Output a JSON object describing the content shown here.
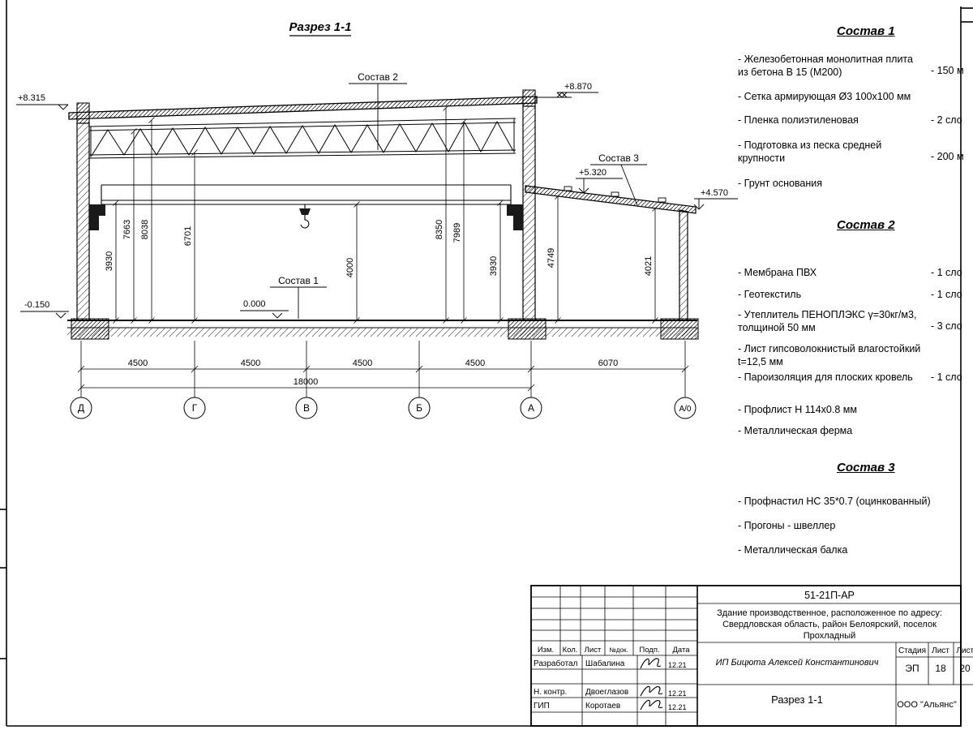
{
  "sheet": {
    "section_title": "Разрез 1-1",
    "axes": [
      "Д",
      "Г",
      "В",
      "Б",
      "А",
      "А/0"
    ],
    "elevations": {
      "roof_left": "+8.315",
      "roof_right": "+8.870",
      "annex_high": "+5.320",
      "annex_low": "+4.570",
      "ground": "-0.150",
      "floor": "0.000"
    },
    "callouts": {
      "c1": "Состав 1",
      "c2": "Состав 2",
      "c3": "Состав 3"
    },
    "vdims": [
      "3930",
      "7663",
      "8038",
      "6701",
      "4000",
      "8350",
      "7989",
      "3930",
      "4749",
      "4021"
    ],
    "hdims": [
      "4500",
      "4500",
      "4500",
      "4500",
      "6070"
    ],
    "total_dim": "18000"
  },
  "specs": {
    "s1": {
      "heading": "Состав 1",
      "items": [
        {
          "text": "- Железобетонная  монолитная плита\nиз бетона В 15 (М200)",
          "value": "- 150 м"
        },
        {
          "text": "- Сетка армирующая Ø3 100х100 мм",
          "value": ""
        },
        {
          "text": "- Пленка полиэтиленовая",
          "value": "- 2 сло"
        },
        {
          "text": "- Подготовка из песка средней\nкрупности",
          "value": "- 200 м"
        },
        {
          "text": "- Грунт основания",
          "value": ""
        }
      ]
    },
    "s2": {
      "heading": "Состав 2",
      "items": [
        {
          "text": "- Мембрана ПВХ",
          "value": "- 1 сло"
        },
        {
          "text": "- Геотекстиль",
          "value": "- 1 сло"
        },
        {
          "text": "- Утеплитель ПЕНОПЛЭКС γ=30кг/м3,\nтолщиной 50 мм",
          "value": "- 3 сло"
        },
        {
          "text": "- Лист гипсоволокнистый влагостойкий\nt=12,5 мм",
          "value": ""
        },
        {
          "text": "- Пароизоляция для плоских кровель",
          "value": "- 1 сло"
        },
        {
          "text": "- Профлист Н 114х0.8 мм",
          "value": ""
        },
        {
          "text": "- Металлическая ферма",
          "value": ""
        }
      ]
    },
    "s3": {
      "heading": "Состав 3",
      "items": [
        {
          "text": "- Профнастил НС 35*0.7 (оцинкованный)",
          "value": ""
        },
        {
          "text": "- Прогоны - швеллер",
          "value": ""
        },
        {
          "text": "- Металлическая балка",
          "value": ""
        }
      ]
    }
  },
  "titleblock": {
    "doc_code": "51-21П-АР",
    "project_line1": "Здание производственное, расположенное по адресу:",
    "project_line2": "Свердловская область, район Белоярский, поселок",
    "project_line3": "Прохладный",
    "header": {
      "izm": "Изм.",
      "kol": "Кол.",
      "list": "Лист",
      "ndok": "№док.",
      "podp": "Подп.",
      "data": "Дата"
    },
    "rows": [
      {
        "role": "Разработал",
        "name": "Шабалина",
        "date": "12.21"
      },
      {
        "role": "Н. контр.",
        "name": "Двоеглазов",
        "date": "12.21"
      },
      {
        "role": "ГИП",
        "name": "Коротаев",
        "date": "12.21"
      }
    ],
    "client": "ИП Бицюта Алексей Константинович",
    "stage_label": "Стадия",
    "sheet_label": "Лист",
    "sheets_label": "Листо",
    "stage": "ЭП",
    "sheet_no": "18",
    "sheets_total": "20",
    "sheet_title": "Разрез 1-1",
    "company": "ООО \"Альянс\""
  }
}
